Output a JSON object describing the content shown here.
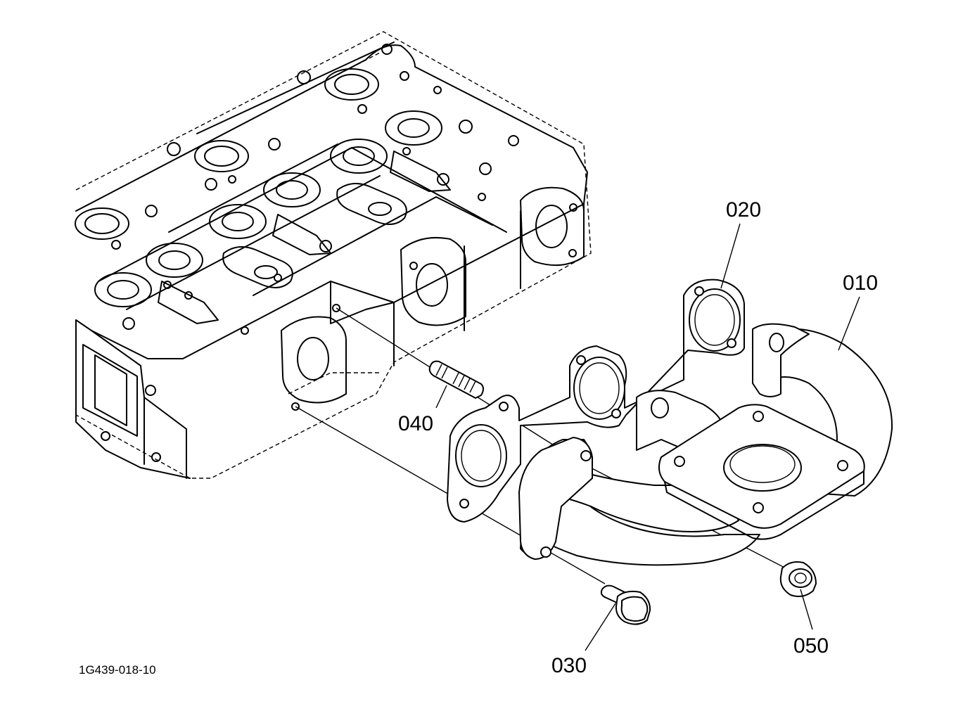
{
  "figure_code": "1G439-018-10",
  "callouts": [
    {
      "id": "010",
      "label": "010"
    },
    {
      "id": "020",
      "label": "020"
    },
    {
      "id": "030",
      "label": "030"
    },
    {
      "id": "040",
      "label": "040"
    },
    {
      "id": "050",
      "label": "050"
    }
  ]
}
